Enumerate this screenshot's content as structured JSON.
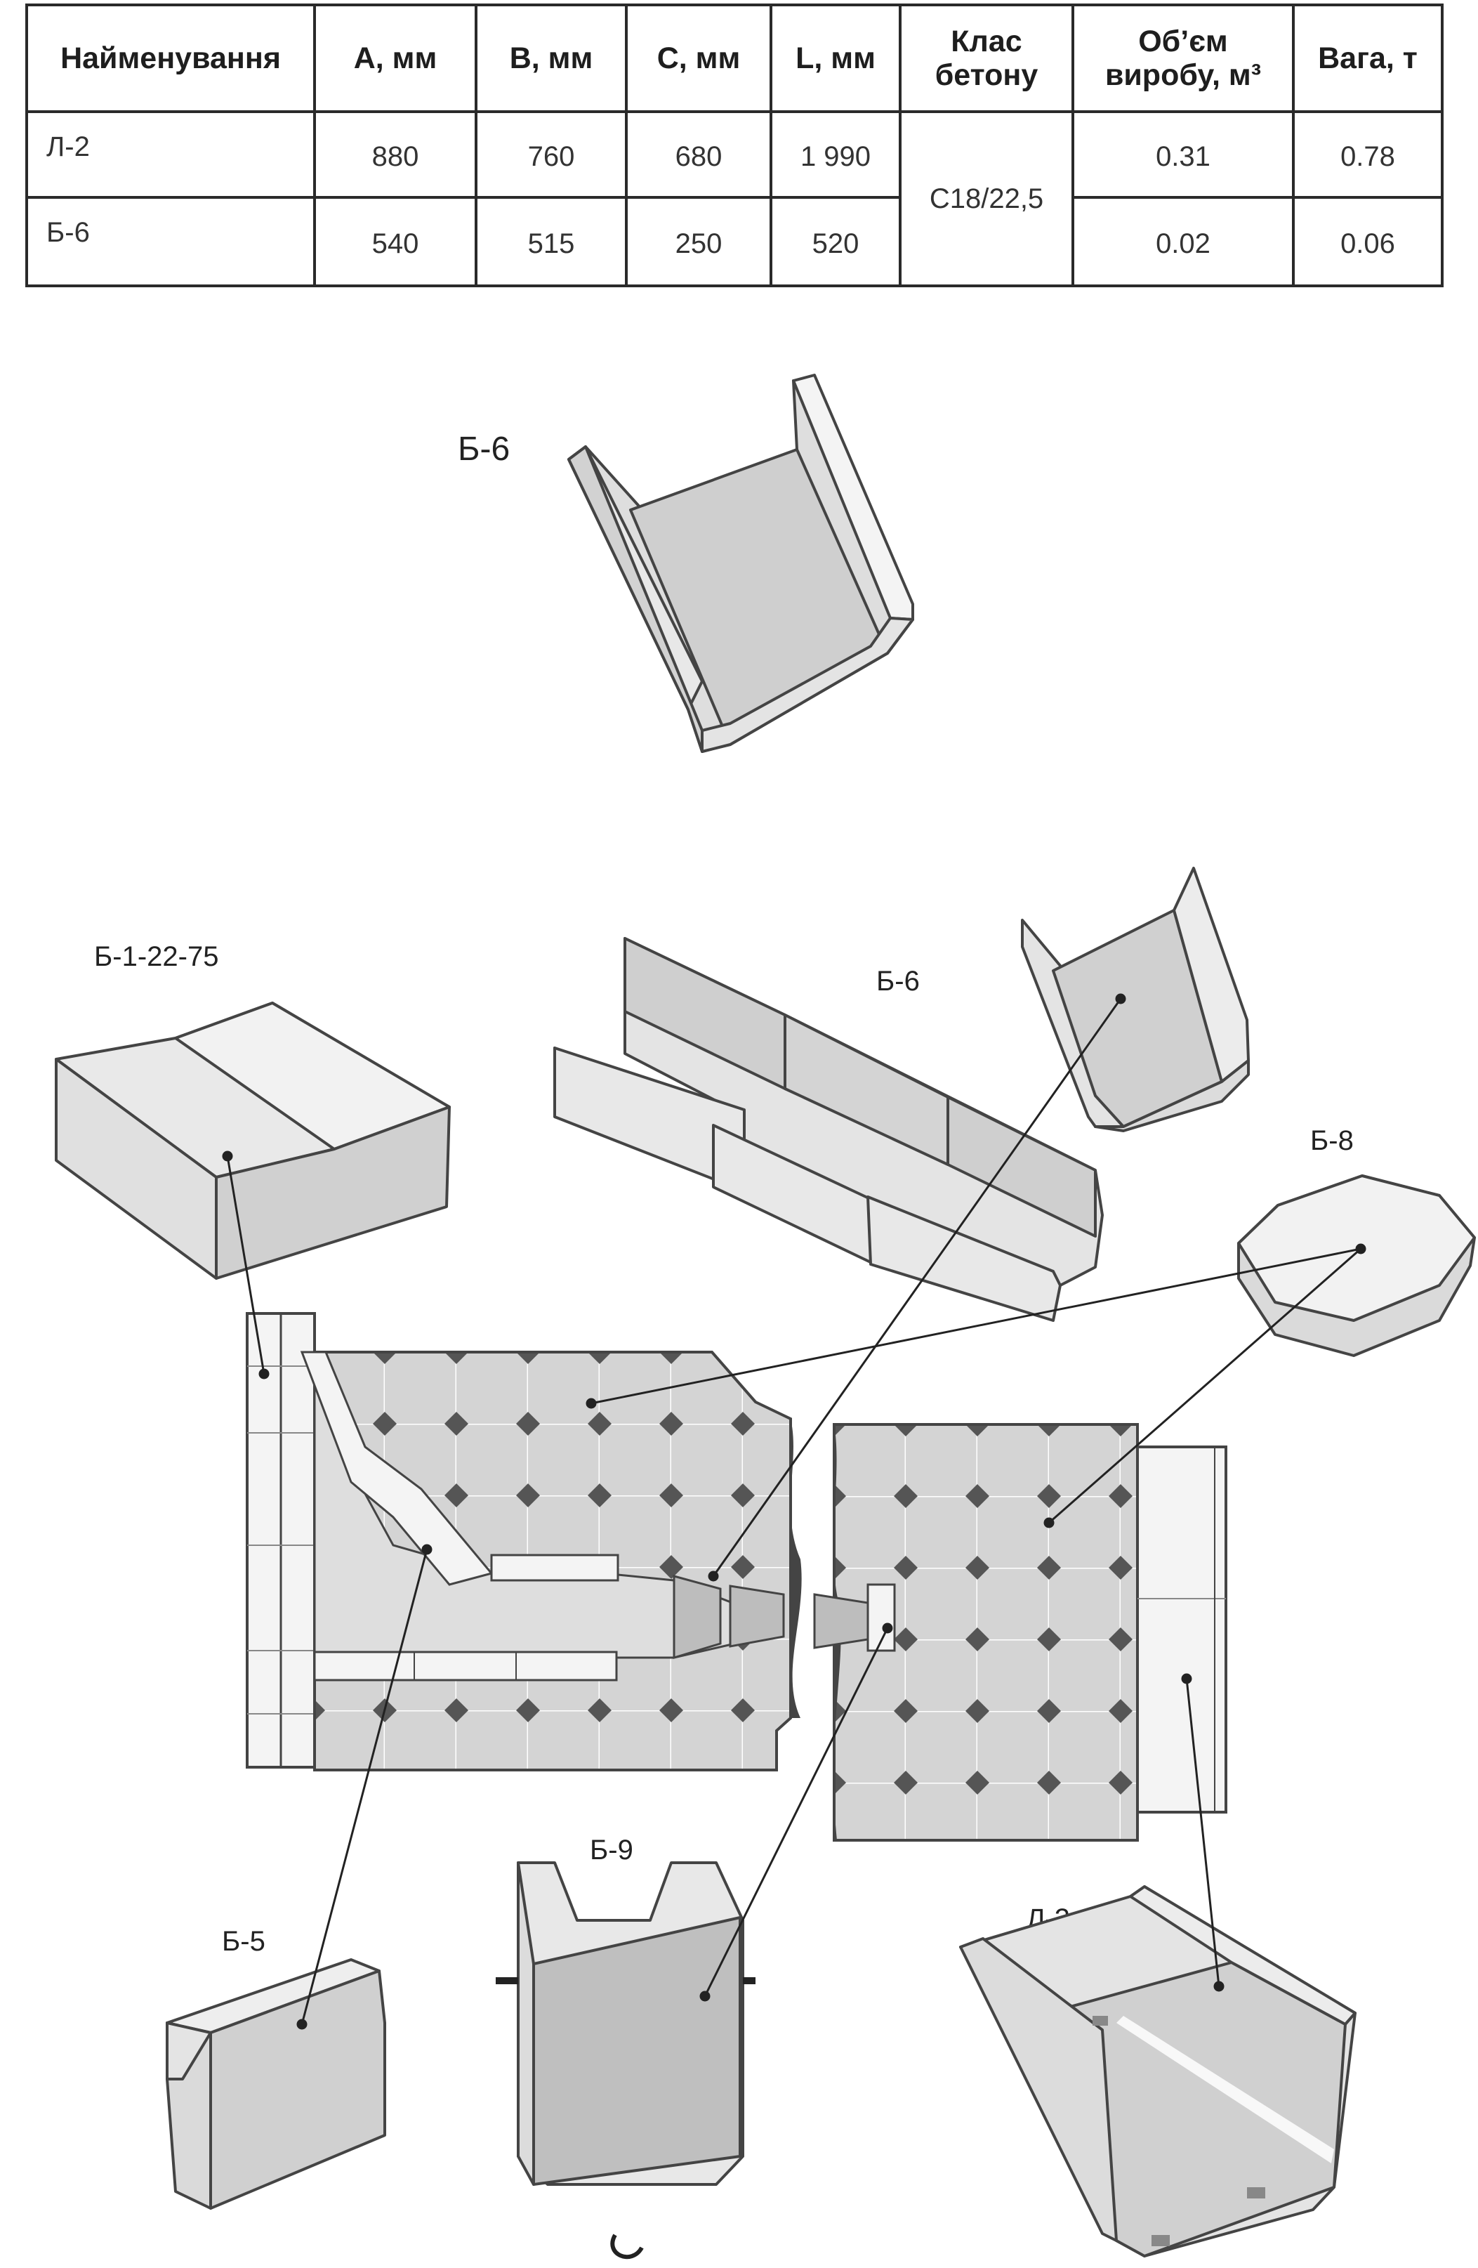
{
  "table": {
    "headers": [
      "Найменування",
      "A, мм",
      "B, мм",
      "C, мм",
      "L, мм",
      "Клас бетону",
      "Об’єм виробу, м³",
      "Вага, т"
    ],
    "rows": [
      {
        "name": "Л-2",
        "a": "880",
        "b": "760",
        "c": "680",
        "l": "1 990",
        "volume": "0.31",
        "weight": "0.78"
      },
      {
        "name": "Б-6",
        "a": "540",
        "b": "515",
        "c": "250",
        "l": "520",
        "volume": "0.02",
        "weight": "0.06"
      }
    ],
    "concrete_class": "C18/22,5"
  },
  "labels": {
    "hero": "Б-6",
    "b1": "Б-1-22-75",
    "b6": "Б-6",
    "b8": "Б-8",
    "b5": "Б-5",
    "b9": "Б-9",
    "l2": "Л-2"
  }
}
